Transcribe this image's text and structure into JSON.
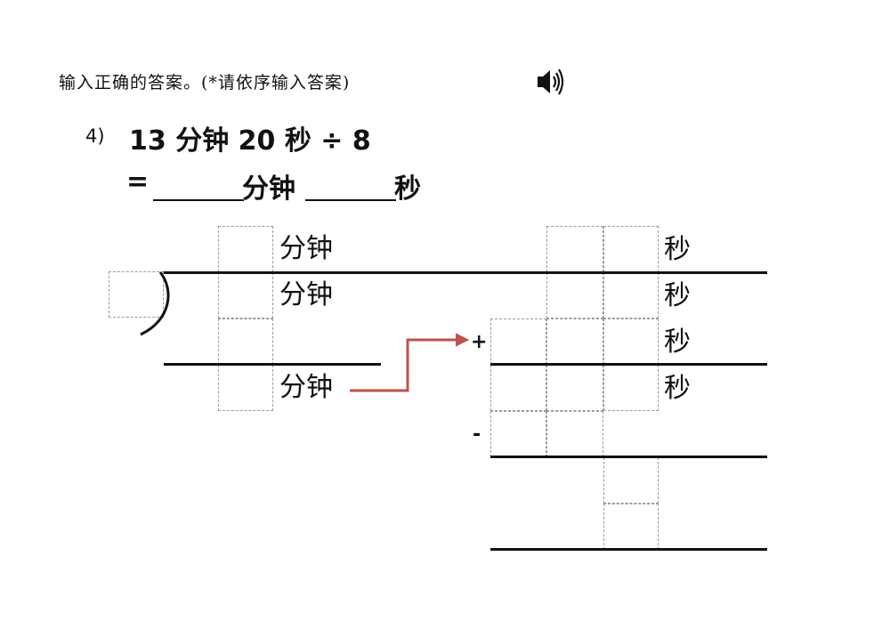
{
  "instruction": "输入正确的答案。(*请依序输入答案)",
  "question": {
    "number": "4)",
    "expression": "13 分钟 20 秒 ÷ 8",
    "equals": "=",
    "blank_unit_1": "分钟",
    "blank_unit_2": "秒"
  },
  "units": {
    "minute": "分钟",
    "second": "秒"
  },
  "signs": {
    "plus": "+",
    "minus": "-"
  },
  "icons": {
    "audio": "speaker-icon"
  },
  "colors": {
    "arrow": "#c0504d",
    "rules": "#111111",
    "box_border": "#9a9a9a"
  }
}
